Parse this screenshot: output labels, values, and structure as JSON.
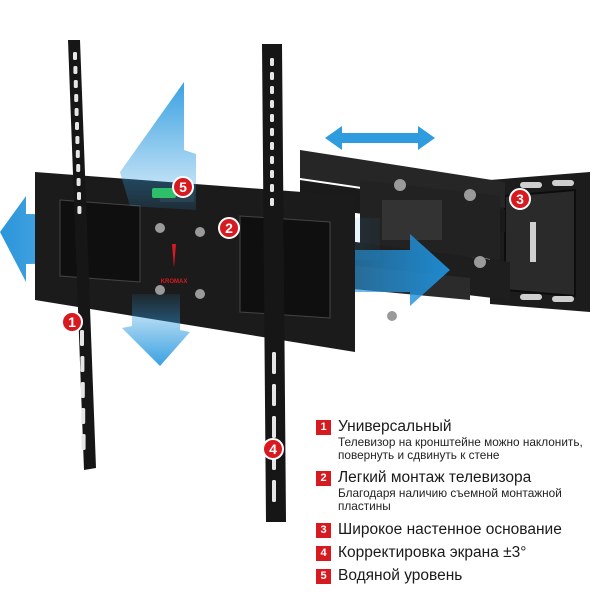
{
  "brand_mark": "KROMAX",
  "callouts": [
    {
      "number": "1"
    },
    {
      "number": "2"
    },
    {
      "number": "3"
    },
    {
      "number": "4"
    },
    {
      "number": "5"
    }
  ],
  "features": [
    {
      "number": "1",
      "title": "Универсальный",
      "subtitle": "Телевизор на кронштейне можно наклонить, повернуть и сдвинуть к стене"
    },
    {
      "number": "2",
      "title": "Легкий монтаж телевизора",
      "subtitle": "Благодаря наличию съемной монтажной пластины"
    },
    {
      "number": "3",
      "title": "Широкое настенное основание",
      "subtitle": ""
    },
    {
      "number": "4",
      "title": "Корректировка экрана ±3°",
      "subtitle": ""
    },
    {
      "number": "5",
      "title": "Водяной уровень",
      "subtitle": ""
    }
  ],
  "colors": {
    "accent": "#d71920",
    "arrow": "#2f9ce0",
    "metal": "#1c1c1c"
  }
}
